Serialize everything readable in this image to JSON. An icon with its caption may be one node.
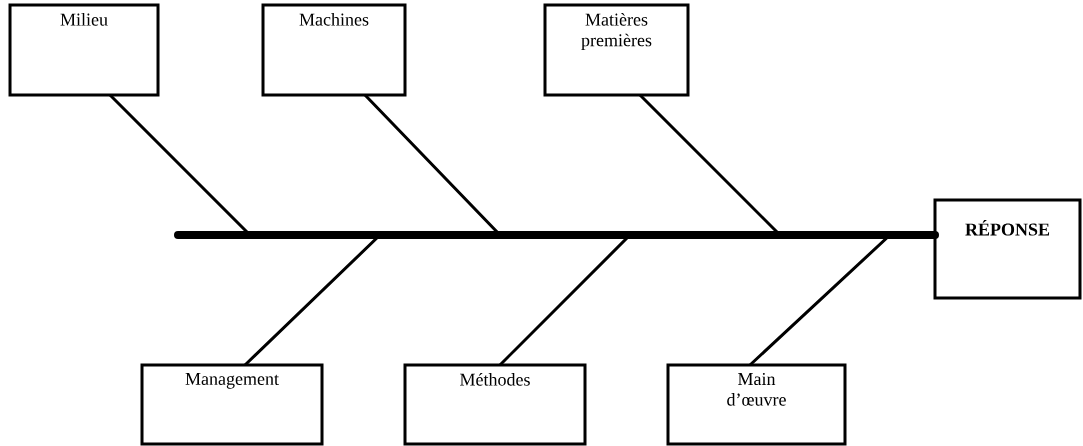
{
  "diagram": {
    "nodes": [
      {
        "text": [
          "Milieu"
        ]
      },
      {
        "text": [
          "Machines"
        ]
      },
      {
        "text": [
          "Matières premières"
        ]
      },
      {
        "text": [
          "Management"
        ]
      },
      {
        "text": [
          "Méthodes"
        ]
      },
      {
        "text": [
          "Main d’œuvre"
        ]
      },
      {
        "text": [
          "**RÉPONSE**"
        ]
      }
    ],
    "edges": [
      {
        "from": null,
        "to": 6,
        "arrow": "none",
        "style": "thick"
      },
      {
        "from": 0,
        "to": 6,
        "arrow": "none"
      },
      {
        "from": 1,
        "to": 6,
        "arrow": "none"
      },
      {
        "from": 2,
        "to": 6,
        "arrow": "none"
      },
      {
        "from": 3,
        "to": 6,
        "arrow": "none"
      },
      {
        "from": 4,
        "to": 6,
        "arrow": "none"
      },
      {
        "from": 5,
        "to": 6,
        "arrow": "none"
      }
    ]
  }
}
